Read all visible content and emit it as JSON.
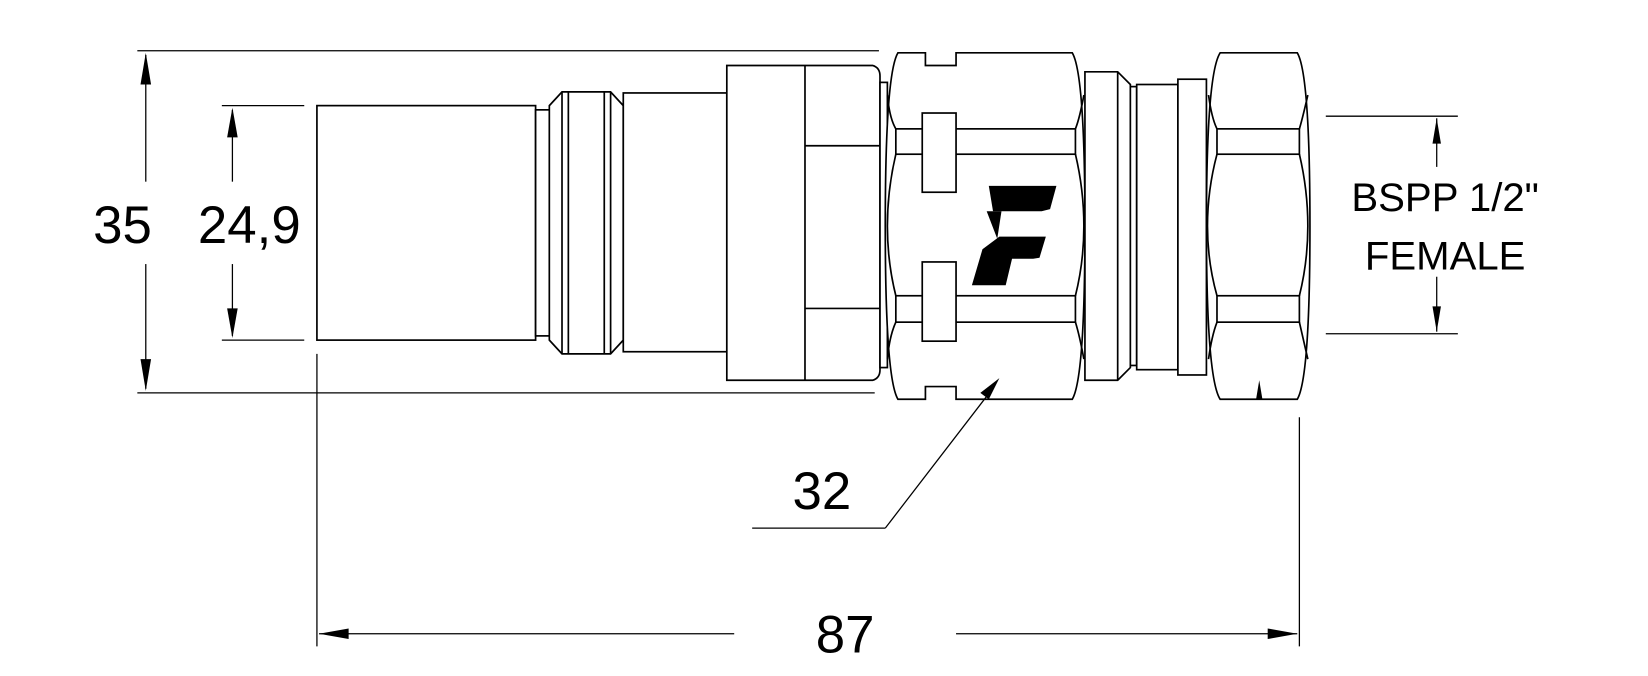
{
  "drawing": {
    "dimensions": {
      "overall_diameter": "35",
      "body_diameter": "24,9",
      "hex_size": "32",
      "overall_length": "87"
    },
    "thread": {
      "line1": "BSPP 1/2\"",
      "line2": "FEMALE"
    },
    "logo_text": "F",
    "colors": {
      "line": "#000000",
      "background": "#ffffff"
    }
  }
}
